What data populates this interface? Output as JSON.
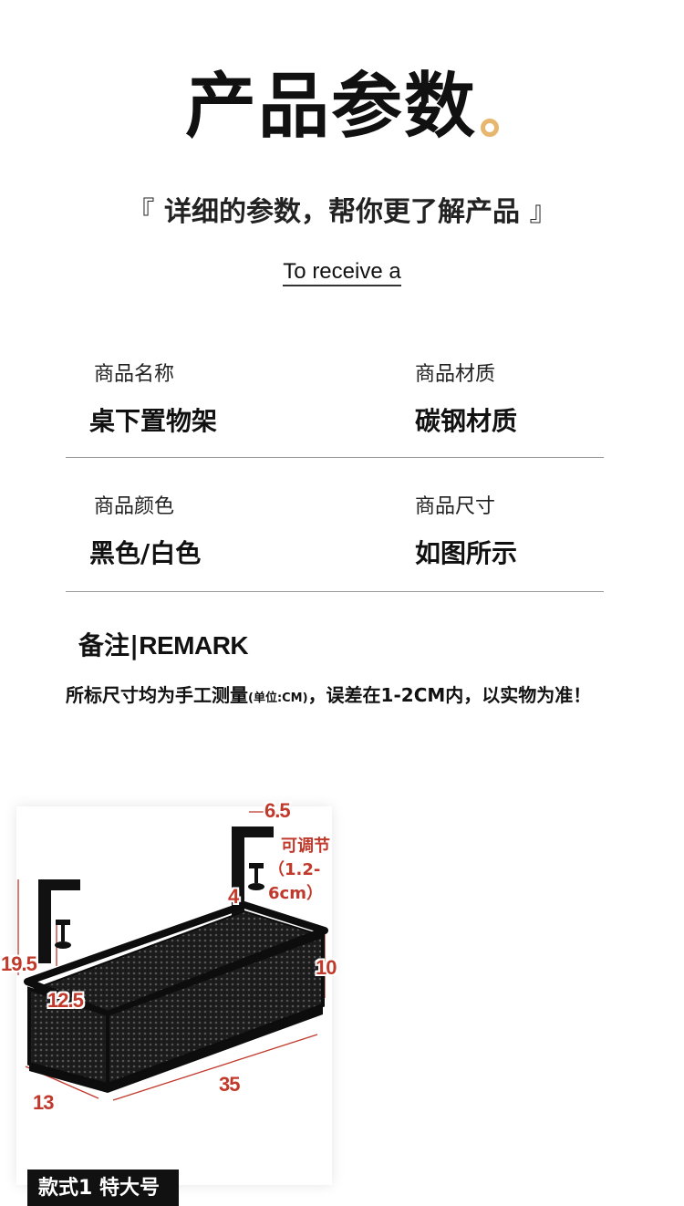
{
  "header": {
    "title": "产品参数",
    "subtitle": "详细的参数，帮你更了解产品",
    "subtitle_open": "『",
    "subtitle_close": "』",
    "english": "To receive a"
  },
  "params": [
    {
      "label": "商品名称",
      "value": "桌下置物架"
    },
    {
      "label": "商品材质",
      "value": "碳钢材质"
    },
    {
      "label": "商品颜色",
      "value": "黑色/白色"
    },
    {
      "label": "商品尺寸",
      "value": "如图所示"
    }
  ],
  "remark": {
    "title_cn": "备注",
    "separator": "|",
    "title_en": "REMARK",
    "text_before": "所标尺寸均为手工测量",
    "text_unit": "(单位:CM)",
    "text_after": "，误差在1-2CM内，以实物为准！"
  },
  "product_image": {
    "dimensions": {
      "top_hook": "6.5",
      "clamp": "4",
      "height": "19.5",
      "inner_height": "12.5",
      "side": "10",
      "depth": "13",
      "length": "35"
    },
    "adjustable_label": "可调节",
    "adjustable_range": "（1.2-6cm）",
    "style_label": "款式1 特大号"
  },
  "colors": {
    "accent_dot": "#e7b770",
    "dimension": "#c0392b",
    "divider": "#9a9a9a"
  }
}
